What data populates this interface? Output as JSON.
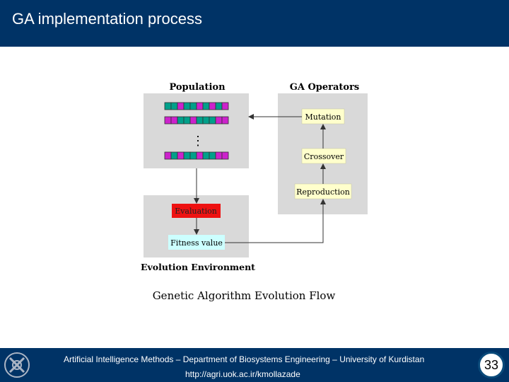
{
  "slide": {
    "title": "GA implementation process",
    "page_number": "33"
  },
  "footer": {
    "line1": "Artificial Intelligence Methods – Department of Biosystems Engineering – University of Kurdistan",
    "line2": "http://agri.uok.ac.ir/kmollazade"
  },
  "diagram": {
    "population_label": "Population",
    "operators_label": "GA Operators",
    "mutation_label": "Mutation",
    "crossover_label": "Crossover",
    "reproduction_label": "Reproduction",
    "evaluation_label": "Evaluation",
    "fitness_label": "Fitness value",
    "environment_label": "Evolution Environment",
    "caption": "Genetic Algorithm Evolution Flow",
    "ellipsis": "⋮",
    "chromosomes": [
      [
        "g",
        "g",
        "m",
        "g",
        "g",
        "m",
        "g",
        "m",
        "g",
        "m"
      ],
      [
        "m",
        "m",
        "g",
        "g",
        "m",
        "g",
        "g",
        "g",
        "m",
        "m"
      ],
      [
        "m",
        "g",
        "m",
        "g",
        "g",
        "m",
        "g",
        "g",
        "m",
        "m"
      ]
    ],
    "colors": {
      "gene_a": "#00a08a",
      "gene_b": "#cc22cc",
      "panel": "#d9d9d9",
      "label_box": "#ffffcc",
      "evaluation": "#ee1111",
      "fitness": "#ccffff",
      "header": "#003366"
    }
  }
}
